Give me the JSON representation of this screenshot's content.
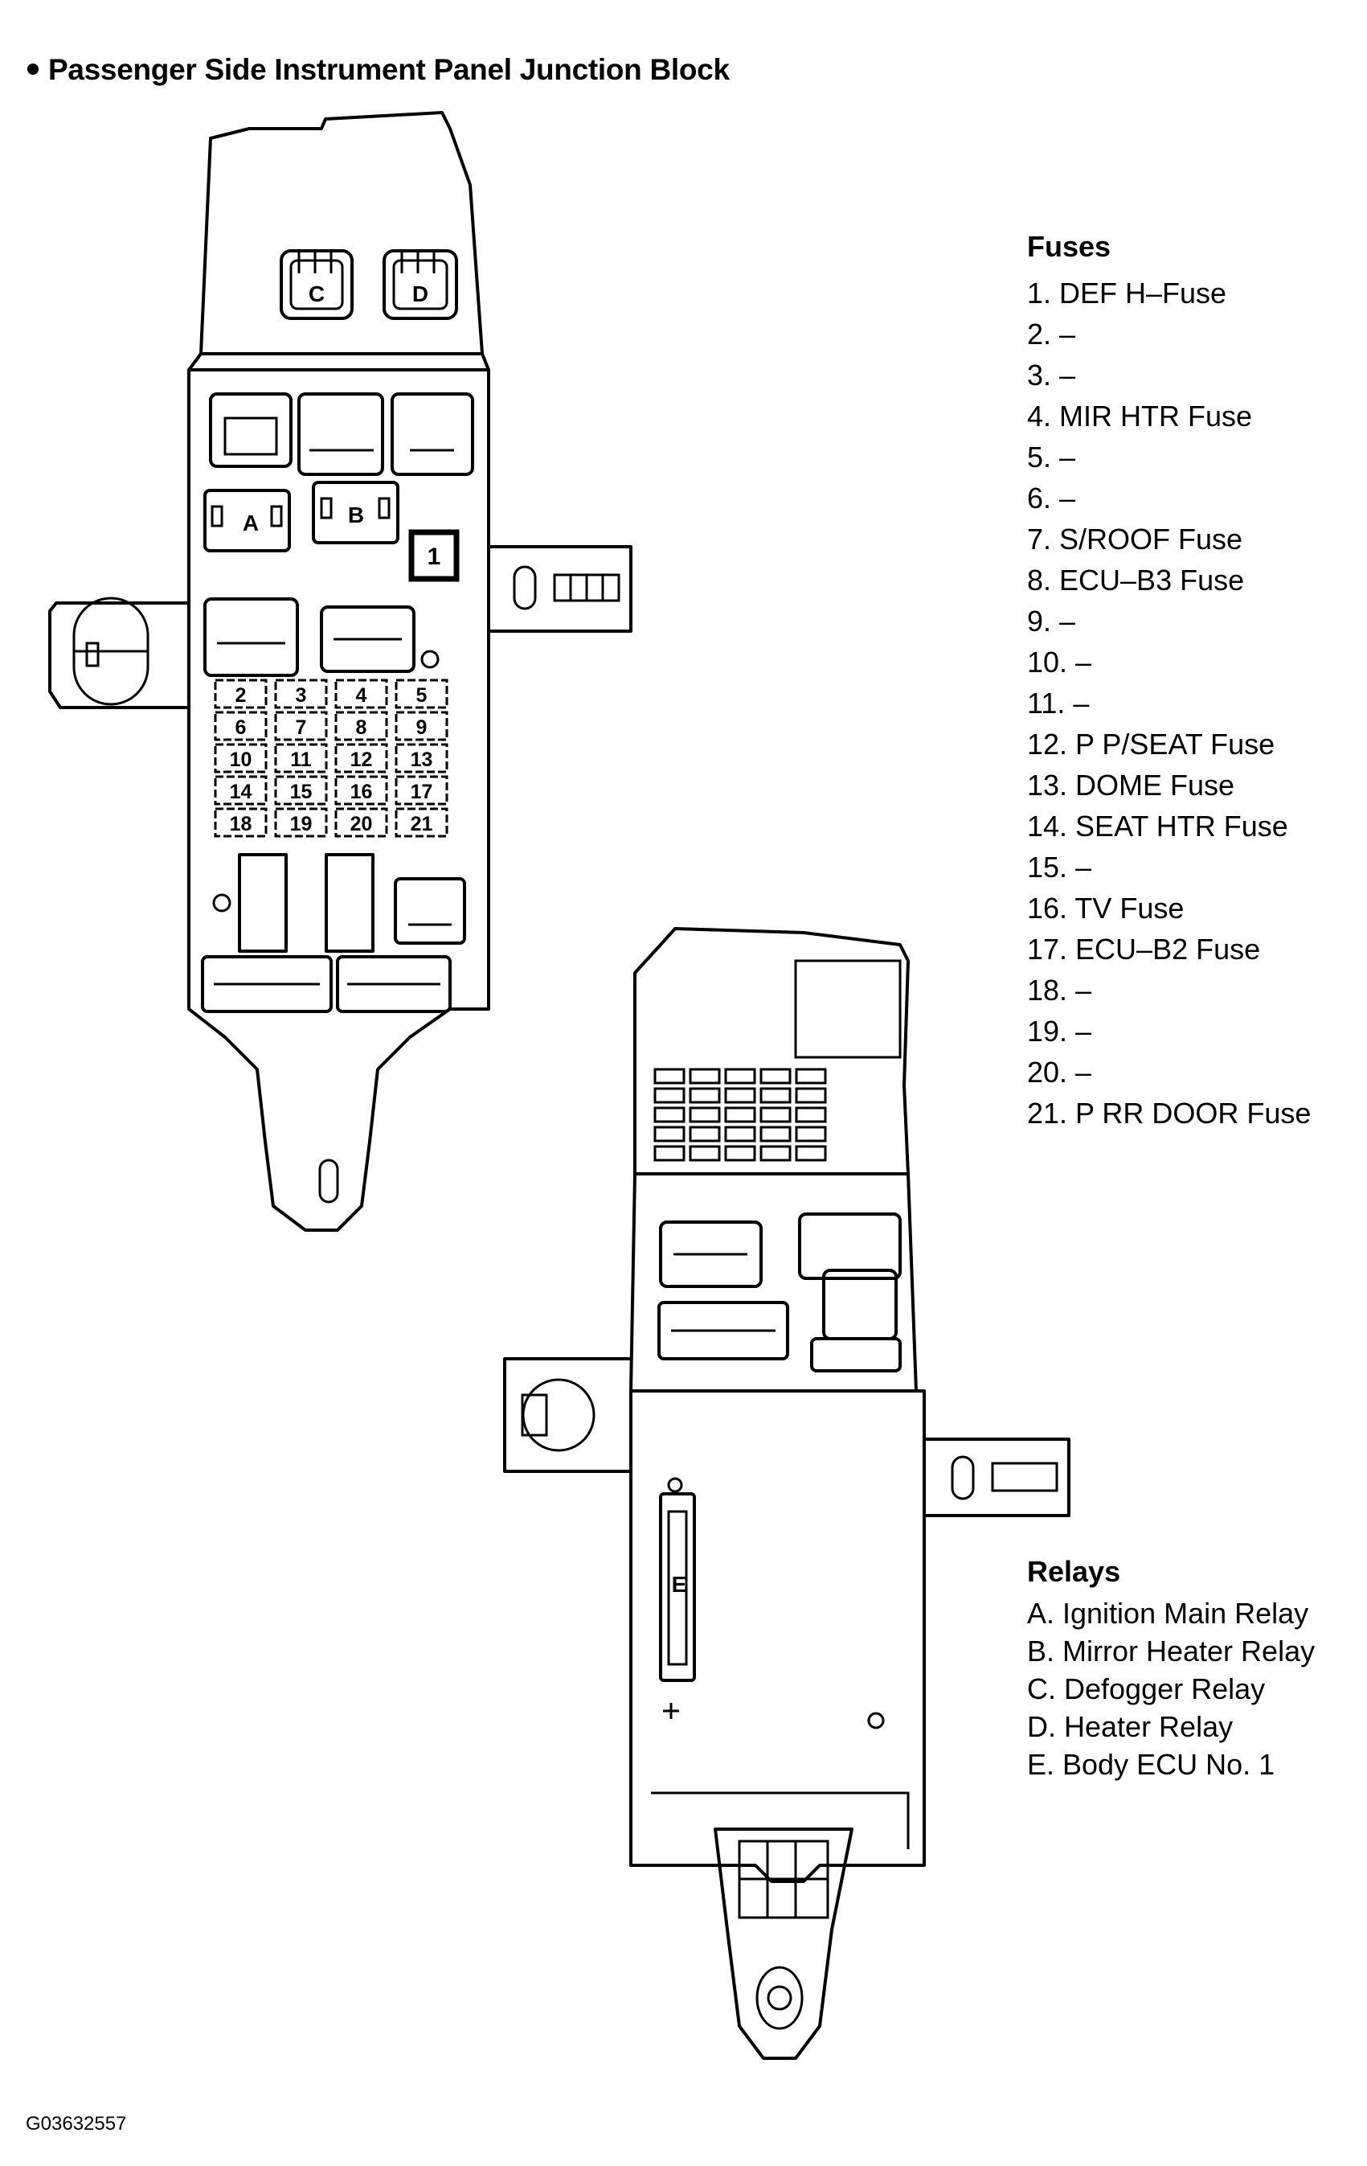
{
  "title": "Passenger Side Instrument Panel Junction Block",
  "fuses": {
    "heading": "Fuses",
    "items": [
      "1. DEF H–Fuse",
      "2. –",
      "3. –",
      "4. MIR HTR Fuse",
      "5. –",
      "6. –",
      "7. S/ROOF Fuse",
      "8. ECU–B3 Fuse",
      "9. –",
      "10. –",
      "11. –",
      "12. P P/SEAT Fuse",
      "13. DOME Fuse",
      "14. SEAT HTR Fuse",
      "15. –",
      "16. TV Fuse",
      "17. ECU–B2 Fuse",
      "18. –",
      "19. –",
      "20. –",
      "21. P RR DOOR Fuse"
    ]
  },
  "relays": {
    "heading": "Relays",
    "items": [
      "A. Ignition Main Relay",
      "B. Mirror Heater Relay",
      "C. Defogger Relay",
      "D. Heater Relay",
      "E. Body ECU No. 1"
    ]
  },
  "diagram_labels": {
    "relay_c": "C",
    "relay_d": "D",
    "relay_a": "A",
    "relay_b": "B",
    "fuse_1": "1",
    "body_ecu": "E",
    "fuse_grid": [
      "2",
      "3",
      "4",
      "5",
      "6",
      "7",
      "8",
      "9",
      "10",
      "11",
      "12",
      "13",
      "14",
      "15",
      "16",
      "17",
      "18",
      "19",
      "20",
      "21"
    ]
  },
  "figure_code": "G03632557"
}
